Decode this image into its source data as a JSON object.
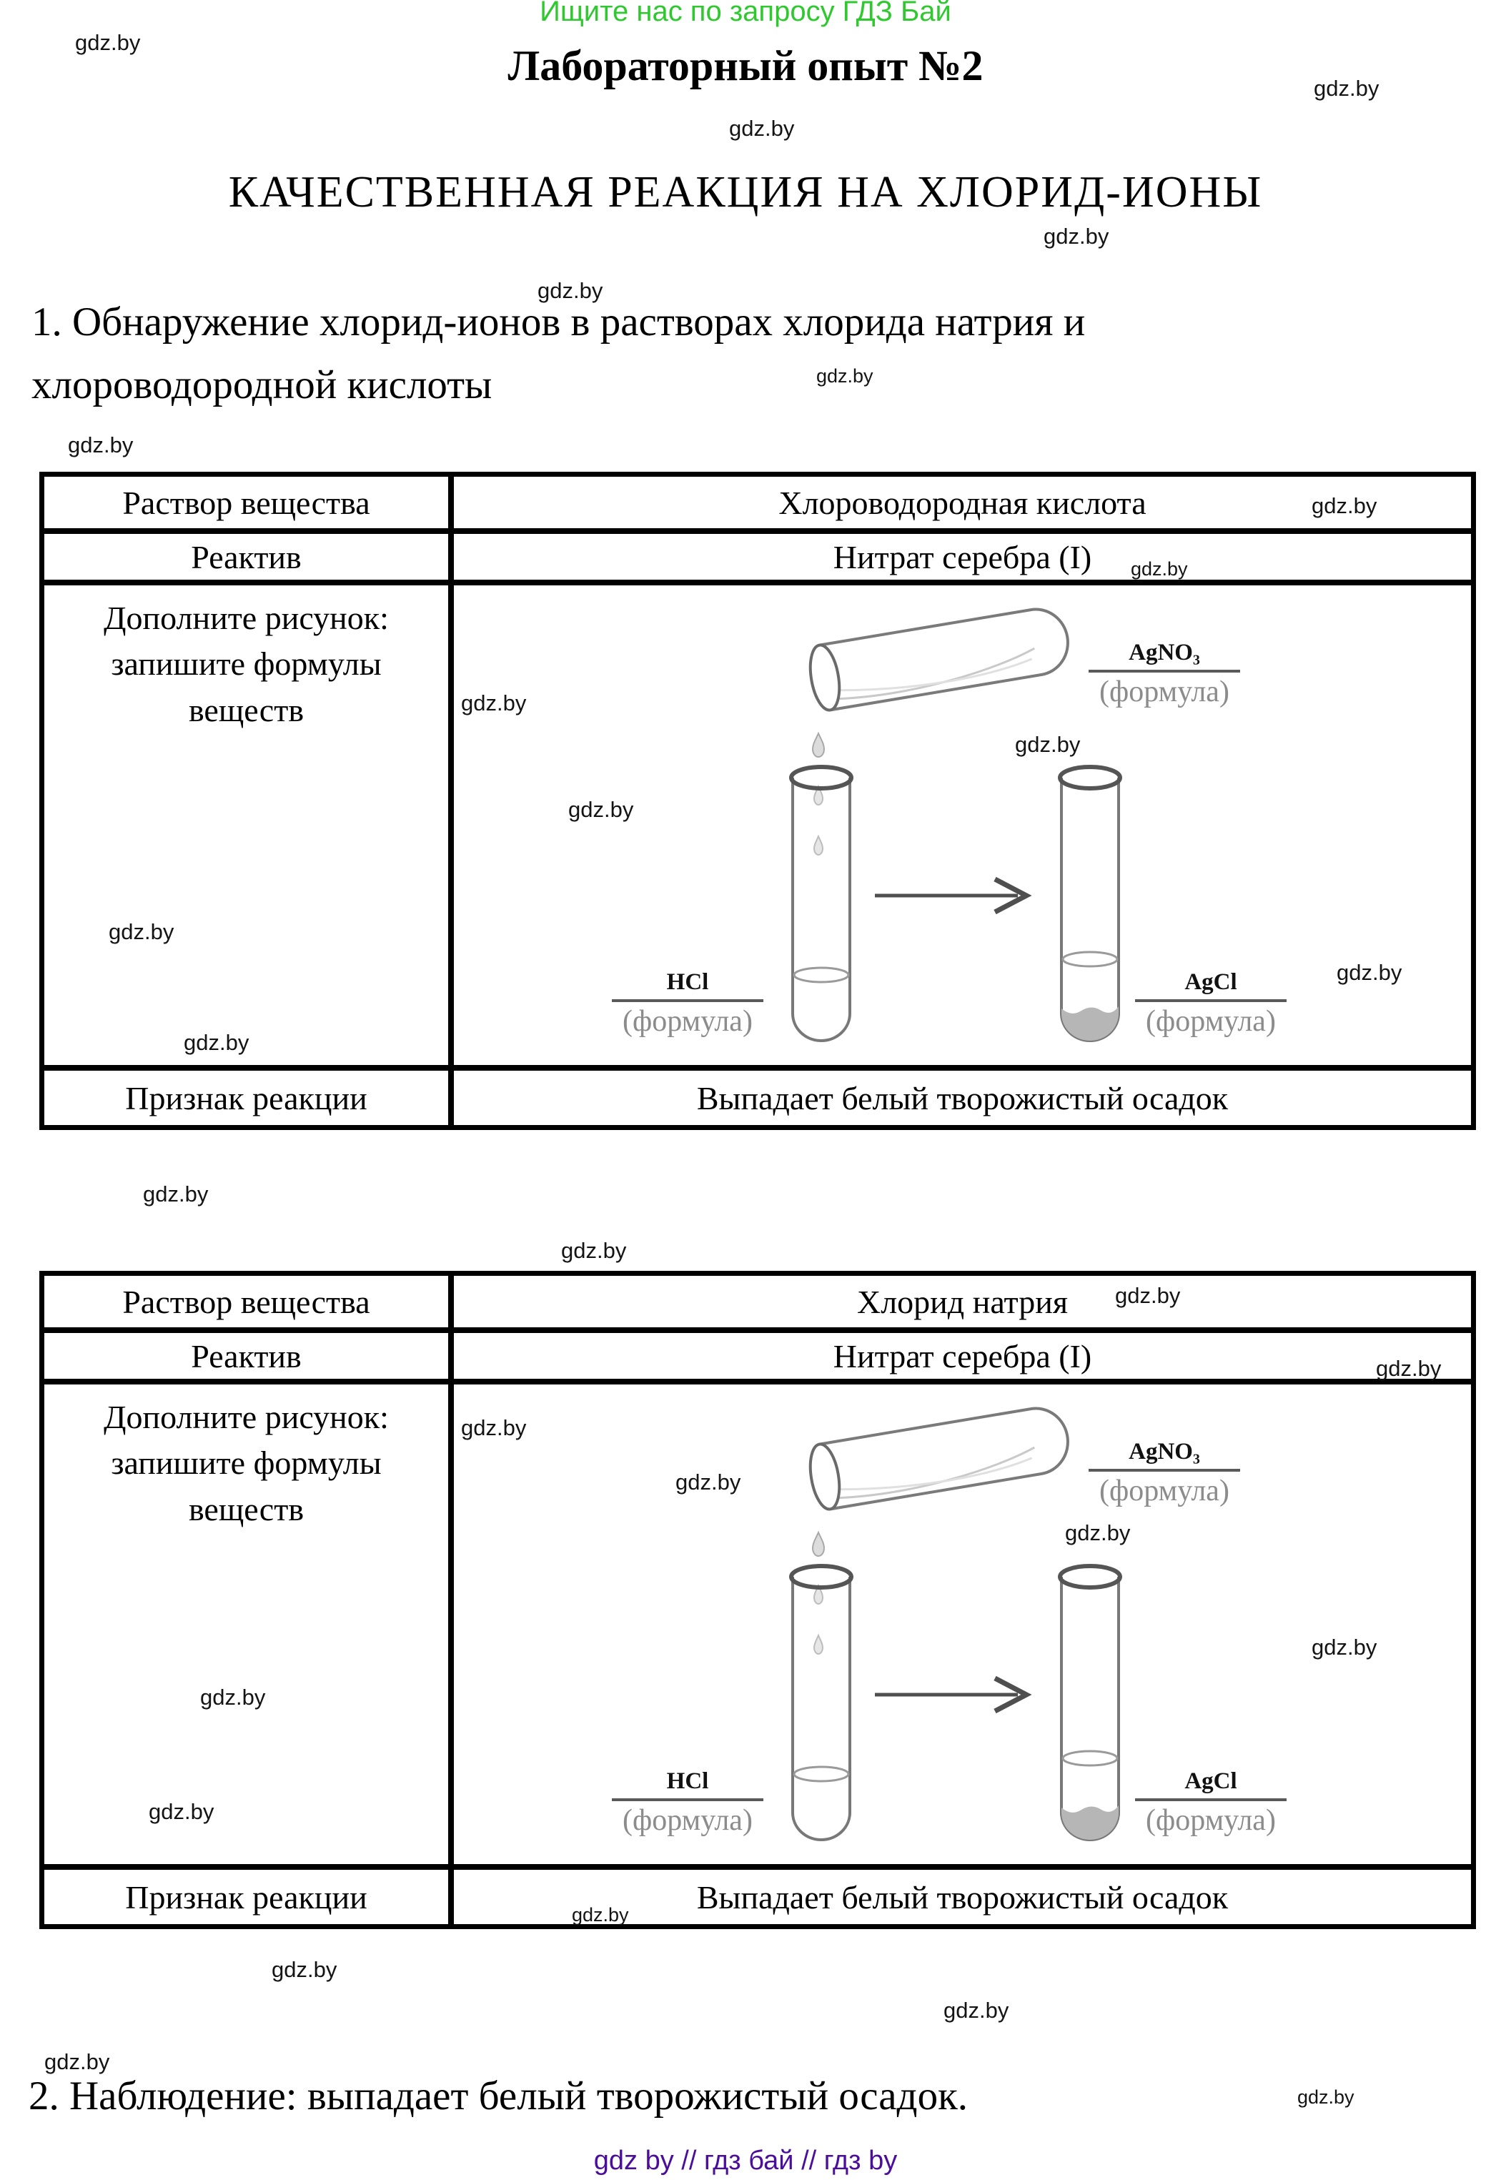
{
  "page": {
    "banner": "Ищите нас по запросу ГДЗ Бай",
    "watermark": "gdz.by",
    "title": "Лабораторный опыт №2",
    "main_heading": "КАЧЕСТВЕННАЯ РЕАКЦИЯ НА ХЛОРИД-ИОНЫ",
    "section1": {
      "line1": "1. Обнаружение хлорид-ионов в растворах хлорида натрия и",
      "line2": "хлороводородной кислоты"
    },
    "observation": "2. Наблюдение: выпадает белый творожистый осадок.",
    "footer": "gdz by  //  гдз бай  //  гдз by"
  },
  "colors": {
    "banner_green": "#2fc82f",
    "footer_purple": "#4b0d9b",
    "precipitate_gray": "#b6b6b6",
    "formula_hint_gray": "#8c8c8c"
  },
  "tables": [
    {
      "solution_label": "Раствор вещества",
      "solution_value": "Хлороводородная кислота",
      "reagent_label": "Реактив",
      "reagent_value": "Нитрат серебра (I)",
      "draw_lines": {
        "l1": "Дополните рисунок:",
        "l2": "запишите формулы",
        "l3": "веществ"
      },
      "sign_label": "Признак реакции",
      "sign_value": "Выпадает белый творожистый осадок",
      "diagram": {
        "reagent_formula": "AgNO₃",
        "hint": "(формула)",
        "left_tube_formula": "HCl",
        "right_tube_formula": "AgCl"
      }
    },
    {
      "solution_label": "Раствор вещества",
      "solution_value": "Хлорид натрия",
      "reagent_label": "Реактив",
      "reagent_value": "Нитрат серебра (I)",
      "draw_lines": {
        "l1": "Дополните рисунок:",
        "l2": "запишите формулы",
        "l3": "веществ"
      },
      "sign_label": "Признак реакции",
      "sign_value": "Выпадает белый творожистый осадок",
      "diagram": {
        "reagent_formula": "AgNO₃",
        "hint": "(формула)",
        "left_tube_formula": "HCl",
        "right_tube_formula": "AgCl"
      }
    }
  ]
}
